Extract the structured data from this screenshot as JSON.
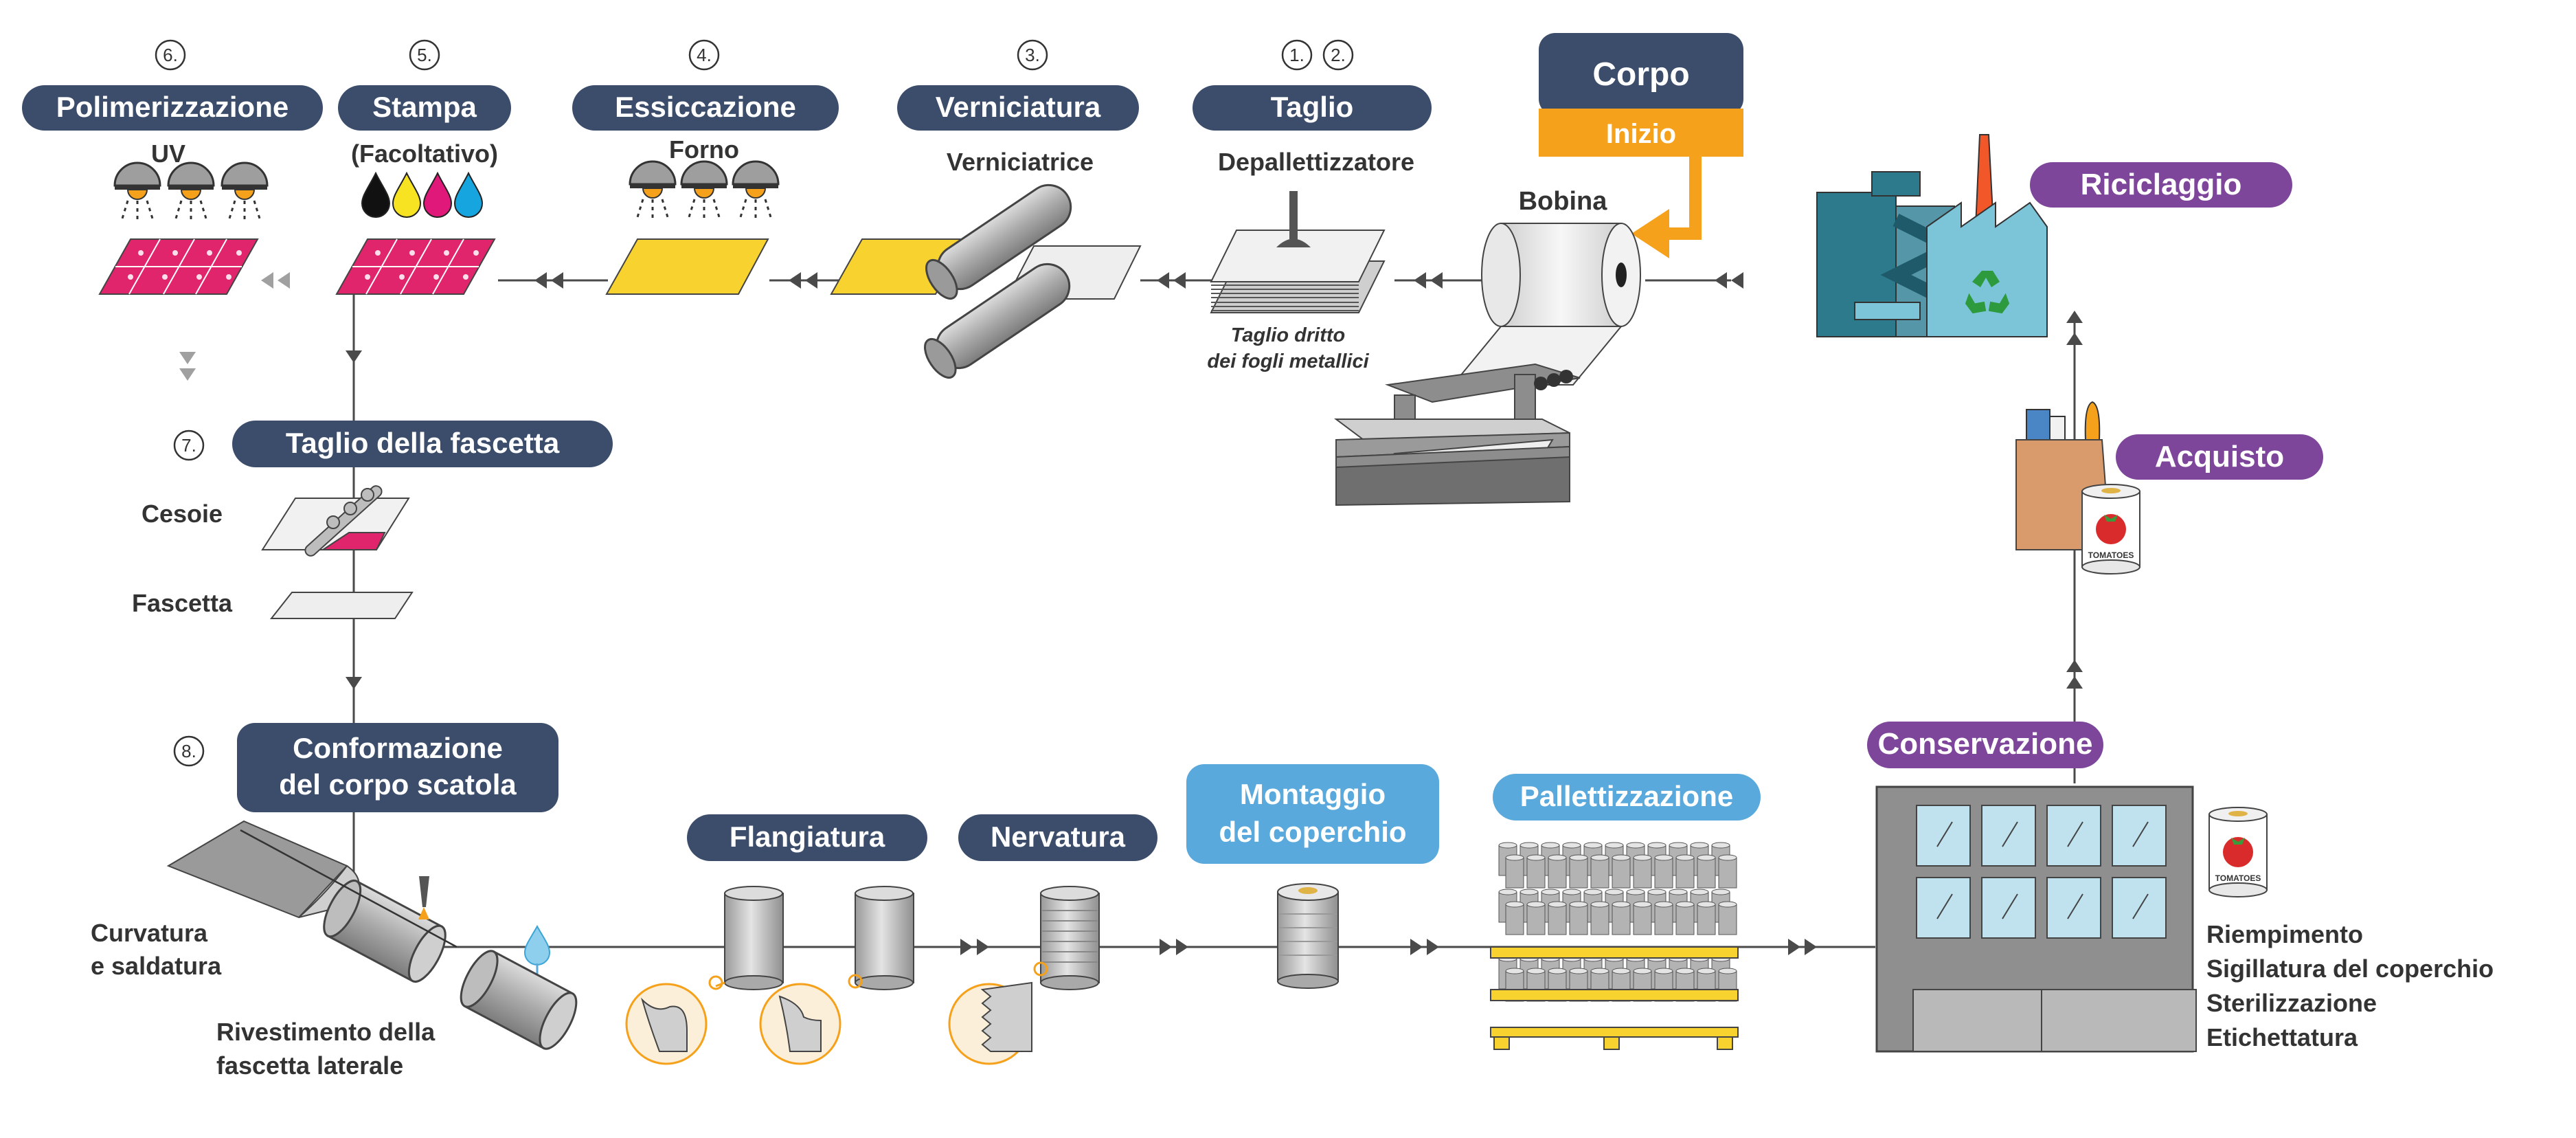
{
  "colors": {
    "navy": "#3b4d6b",
    "orange": "#f5a11b",
    "purple": "#7d469a",
    "skyblue": "#5aa9dc",
    "pink": "#e0256c",
    "yellow": "#f8d22f",
    "line": "#4a4a4a",
    "grey": "#b5b5b5",
    "factory_teal": "#2c7a8c",
    "factory_light": "#7cc5d9"
  },
  "start": {
    "title": "Corpo",
    "subtitle": "Inizio"
  },
  "steps_top": [
    {
      "id": "polimerizzazione",
      "number": "6.",
      "title": "Polimerizzazione",
      "sub": "UV"
    },
    {
      "id": "stampa",
      "number": "5.",
      "title": "Stampa",
      "sub": "(Facoltativo)"
    },
    {
      "id": "essiccazione",
      "number": "4.",
      "title": "Essiccazione",
      "sub": "Forno"
    },
    {
      "id": "verniciatura",
      "number": "3.",
      "title": "Verniciatura",
      "sub": "Verniciatrice"
    },
    {
      "id": "taglio",
      "number_a": "1.",
      "number_b": "2.",
      "title": "Taglio",
      "sub": "Depallettizzatore",
      "note_line1": "Taglio dritto",
      "note_line2": "dei fogli metallici"
    }
  ],
  "bobina": "Bobina",
  "taglio_fascetta": {
    "number": "7.",
    "title": "Taglio della fascetta",
    "cesoie": "Cesoie",
    "fascetta": "Fascetta"
  },
  "conformazione": {
    "number": "8.",
    "title_line1": "Conformazione",
    "title_line2": "del corpo scatola",
    "curvatura_line1": "Curvatura",
    "curvatura_line2": "e saldatura",
    "rivestimento_line1": "Rivestimento della",
    "rivestimento_line2": "fascetta laterale"
  },
  "steps_bottom": {
    "flangiatura": "Flangiatura",
    "nervatura": "Nervatura",
    "montaggio_line1": "Montaggio",
    "montaggio_line2": "del coperchio",
    "pallettizzazione": "Pallettizzazione"
  },
  "lifecycle": {
    "conservazione": "Conservazione",
    "acquisto": "Acquisto",
    "riciclaggio": "Riciclaggio",
    "can_label": "TOMATOES",
    "tasks": [
      "Riempimento",
      "Sigillatura del coperchio",
      "Sterilizzazione",
      "Etichettatura"
    ]
  }
}
